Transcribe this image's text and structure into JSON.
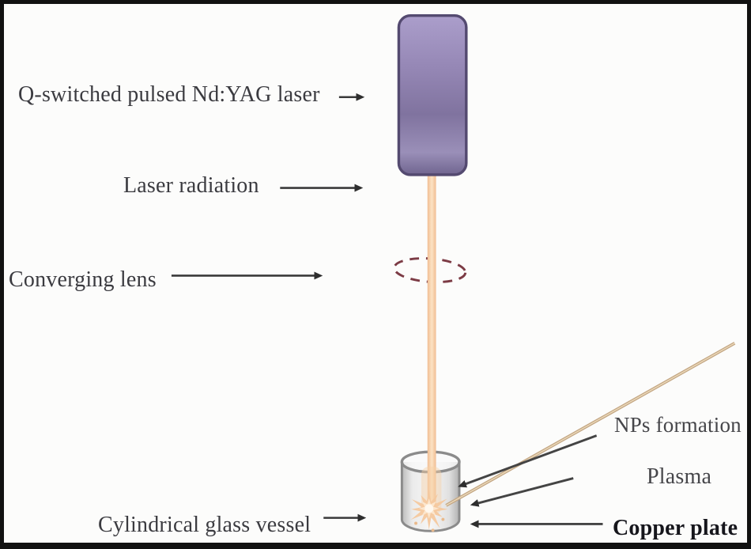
{
  "figure": {
    "type": "schematic-diagram",
    "subject": "laser ablation nanoparticle synthesis setup"
  },
  "labels": {
    "laser_source": "Q-switched pulsed Nd:YAG laser",
    "laser_radiation": "Laser radiation",
    "converging_lens": "Converging lens",
    "nps_formation": "NPs formation",
    "plasma": "Plasma",
    "copper_plate": "Copper plate",
    "glass_vessel": "Cylindrical glass vessel"
  },
  "colors": {
    "frame_border": "#111111",
    "background": "#fcfcfb",
    "laser_body_light": "#ab9ecb",
    "laser_body_dark": "#80739f",
    "laser_outline": "#544a70",
    "beam_edge": "#f1bd92",
    "beam_core": "#fce3c4",
    "lens_dash": "#7c3b45",
    "vessel_outline": "#8b8b8b",
    "vessel_glass": "#f3f3f3",
    "plasma_outer": "#f4c89e",
    "plasma_inner": "#fce6cd",
    "nps_stream": "#c3a683",
    "arrow": "#3a3a3a",
    "text": "#3b3b40"
  }
}
